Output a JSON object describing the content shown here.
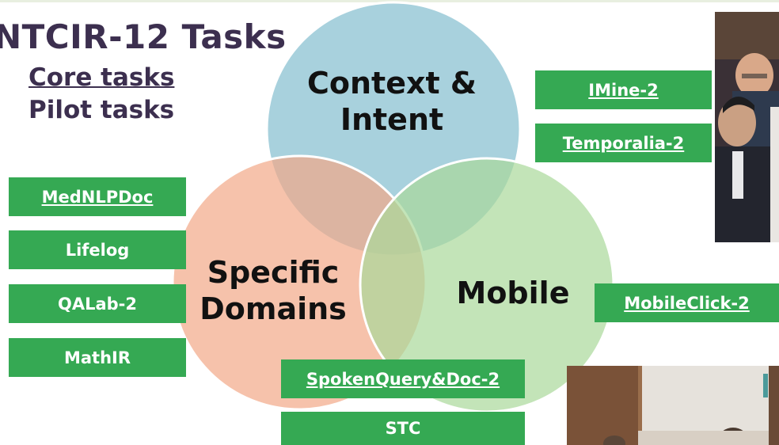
{
  "title": "NTCIR-12 Tasks",
  "legend": {
    "core": "Core tasks",
    "pilot": "Pilot tasks"
  },
  "venn": {
    "context": {
      "label": "Context &\nIntent",
      "color": "#8fc4d3"
    },
    "specific": {
      "label": "Specific\nDomains",
      "color": "#f2a888"
    },
    "mobile": {
      "label": "Mobile",
      "color": "#a9d99a"
    }
  },
  "tasks": [
    {
      "id": "imine",
      "label": "IMine-2",
      "type": "core"
    },
    {
      "id": "temporalia",
      "label": "Temporalia-2",
      "type": "core"
    },
    {
      "id": "mednlpdoc",
      "label": "MedNLPDoc",
      "type": "core"
    },
    {
      "id": "lifelog",
      "label": "Lifelog",
      "type": "pilot"
    },
    {
      "id": "qalab",
      "label": "QALab-2",
      "type": "pilot"
    },
    {
      "id": "mathir",
      "label": "MathIR",
      "type": "pilot"
    },
    {
      "id": "mobileclick",
      "label": "MobileClick-2",
      "type": "core"
    },
    {
      "id": "spokenquery",
      "label": "SpokenQuery&Doc-2",
      "type": "core"
    },
    {
      "id": "stc",
      "label": "STC",
      "type": "pilot"
    }
  ],
  "colors": {
    "task_box": "#35a953",
    "title": "#3c2f4f"
  }
}
